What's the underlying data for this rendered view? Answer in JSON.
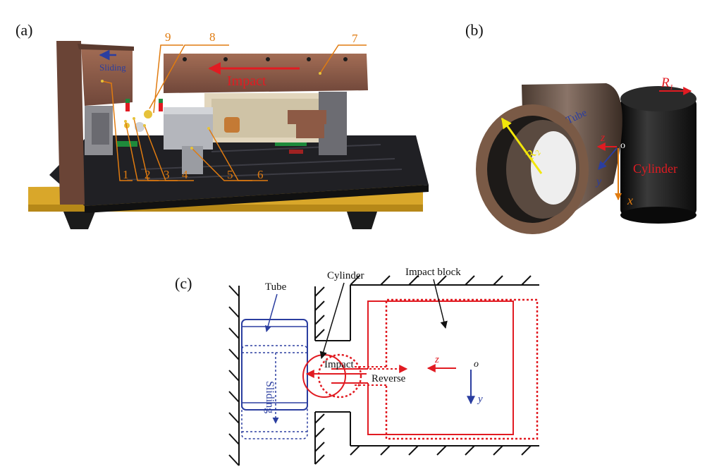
{
  "panels": {
    "a": {
      "label": "(a)",
      "numbers": [
        "1",
        "2",
        "3",
        "4",
        "5",
        "6",
        "7",
        "8",
        "9"
      ],
      "impact_label": "Impact",
      "sliding_label": "Sliding"
    },
    "b": {
      "label": "(b)",
      "tube_label": "Tube",
      "cylinder_label": "Cylinder",
      "r1": "R",
      "r1_sub": "1",
      "r2": "R",
      "r2_sub": "2",
      "axis_z": "z",
      "axis_y": "y",
      "axis_x": "x",
      "origin": "o"
    },
    "c": {
      "label": "(c)",
      "tube": "Tube",
      "cylinder": "Cylinder",
      "impact_block": "Impact block",
      "impact": "Impact",
      "reverse": "Reverse",
      "sliding": "Sliding",
      "axis_z": "z",
      "axis_y": "y",
      "origin": "o"
    }
  },
  "colors": {
    "orange": "#e07b10",
    "red": "#e11b22",
    "blue": "#2b3ea0",
    "wood": "#8b5a45",
    "base": "#1d1d1f",
    "gold": "#d9a72a",
    "yellow": "#f2e60a"
  }
}
